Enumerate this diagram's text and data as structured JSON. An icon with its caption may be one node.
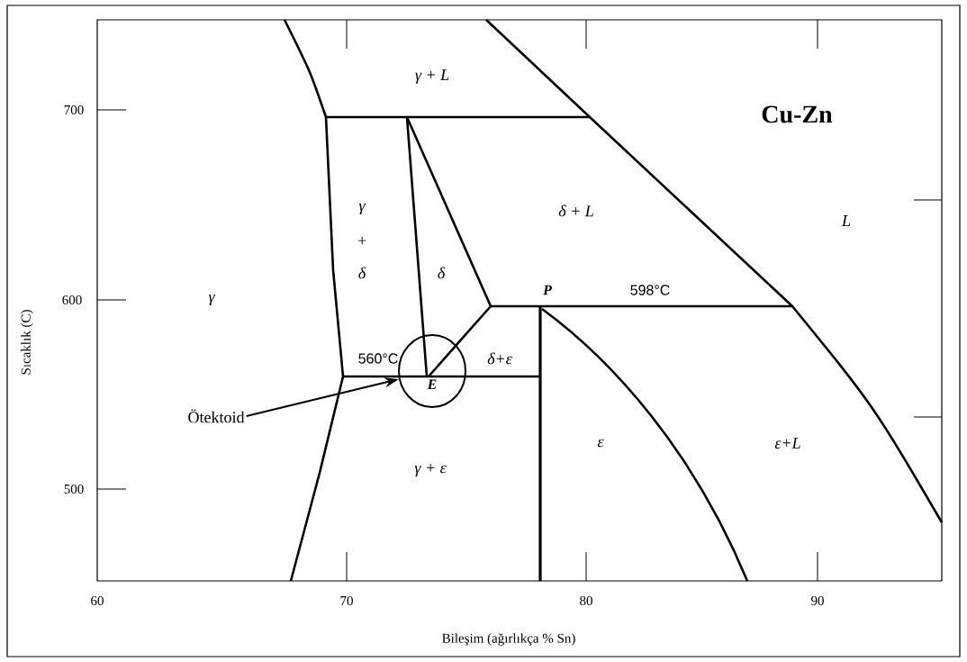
{
  "diagram": {
    "title": "Cu-Zn",
    "nodes": [
      {
        "text": [
          "Ötektoid"
        ]
      },
      {
        "text": [
          "E"
        ]
      }
    ],
    "edges": [
      {
        "from": 0,
        "to": 1,
        "arrow": "to"
      }
    ],
    "labels": [
      "γ + L",
      "700",
      "γ",
      "δ + L",
      "L",
      "+",
      "δ",
      "δ",
      "γ",
      "P",
      "598°C",
      "600",
      "Sıcaklık (C)",
      "560°C",
      "δ+ε",
      "ε",
      "ε+L",
      "γ + ε",
      "500",
      "60",
      "70",
      "80",
      "90",
      "Bileşim (ağırlıkça % Sn)"
    ]
  }
}
